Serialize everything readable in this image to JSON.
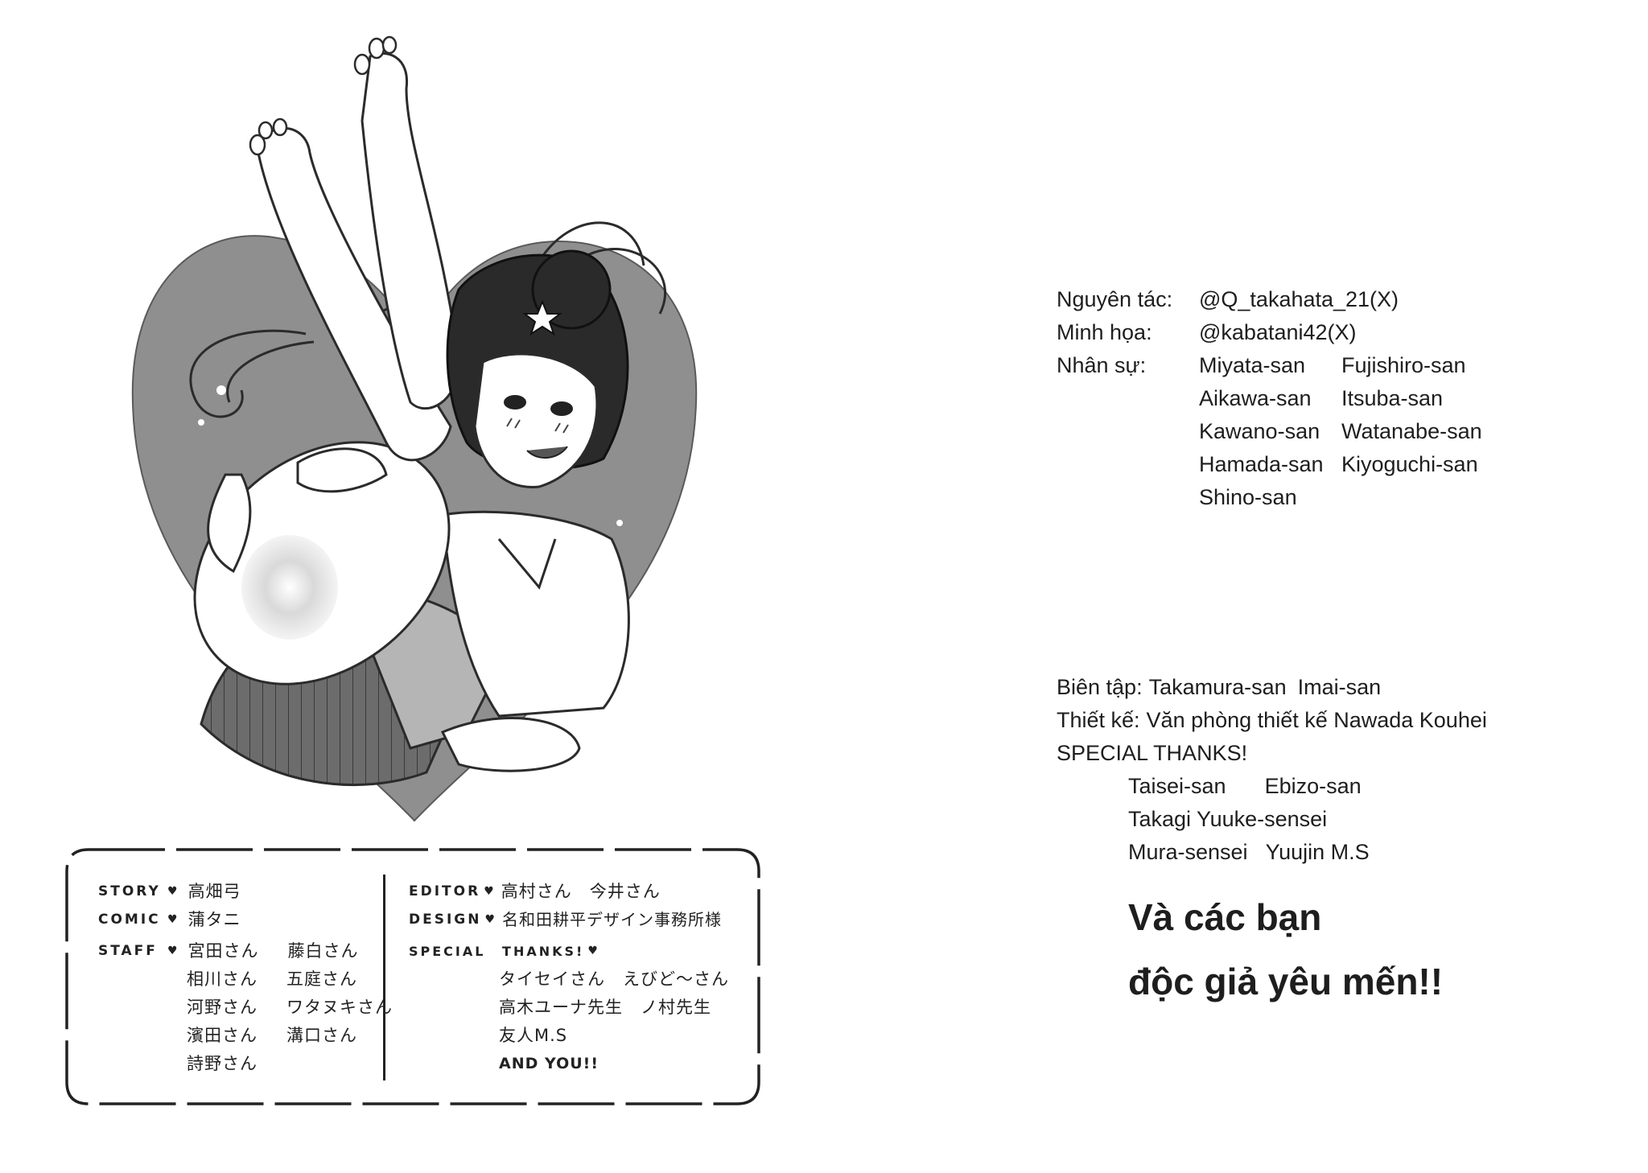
{
  "credits_jp": {
    "story": {
      "key": "STORY",
      "heart": "♥",
      "names": [
        "高畑弓"
      ]
    },
    "comic": {
      "key": "COMIC",
      "heart": "♥",
      "names": [
        "蒲タニ"
      ]
    },
    "staff": {
      "key": "STAFF",
      "heart": "♥",
      "rows": [
        [
          "宮田さん",
          "藤白さん"
        ],
        [
          "相川さん",
          "五庭さん"
        ],
        [
          "河野さん",
          "ワタヌキさん"
        ],
        [
          "濱田さん",
          "溝口さん"
        ],
        [
          "詩野さん"
        ]
      ]
    },
    "editor": {
      "key": "EDITOR",
      "heart": "♥",
      "names": [
        "高村さん",
        "今井さん"
      ]
    },
    "design": {
      "key": "DESIGN",
      "heart": "♥",
      "names": [
        "名和田耕平デザイン事務所様"
      ]
    },
    "special": {
      "key": "SPECIAL THANKS!",
      "heart": "♥",
      "rows": [
        [
          "タイセイさん",
          "えびど～さん"
        ],
        [
          "高木ユーナ先生",
          "ノ村先生"
        ],
        [
          "友人M.S"
        ],
        [
          "AND YOU!!"
        ]
      ]
    }
  },
  "credits_vn": {
    "original": {
      "label": "Nguyên tác:",
      "value": "@Q_takahata_21(X)"
    },
    "illustration": {
      "label": "Minh họa:",
      "value": "@kabatani42(X)"
    },
    "staff": {
      "label": "Nhân sự:",
      "rows": [
        [
          "Miyata-san",
          "Fujishiro-san"
        ],
        [
          "Aikawa-san",
          "Itsuba-san"
        ],
        [
          "Kawano-san",
          "Watanabe-san"
        ],
        [
          "Hamada-san",
          "Kiyoguchi-san"
        ],
        [
          "Shino-san"
        ]
      ]
    },
    "editor": {
      "label": "Biên tập:",
      "names": [
        "Takamura-san",
        "Imai-san"
      ]
    },
    "design": {
      "label": "Thiết kế:",
      "value": "Văn phòng thiết kế Nawada Kouhei"
    },
    "special": {
      "label": "SPECIAL THANKS!",
      "rows": [
        [
          "Taisei-san",
          "Ebizo-san"
        ],
        [
          "Takagi Yuuke-sensei"
        ],
        [
          "Mura-sensei",
          "Yuujin M.S"
        ]
      ]
    },
    "closing": [
      "Và các bạn",
      "độc giả yêu mến!!"
    ]
  },
  "colors": {
    "heart_fill": "#8f8f8f",
    "ink": "#1a1a1a",
    "paper": "#ffffff"
  }
}
